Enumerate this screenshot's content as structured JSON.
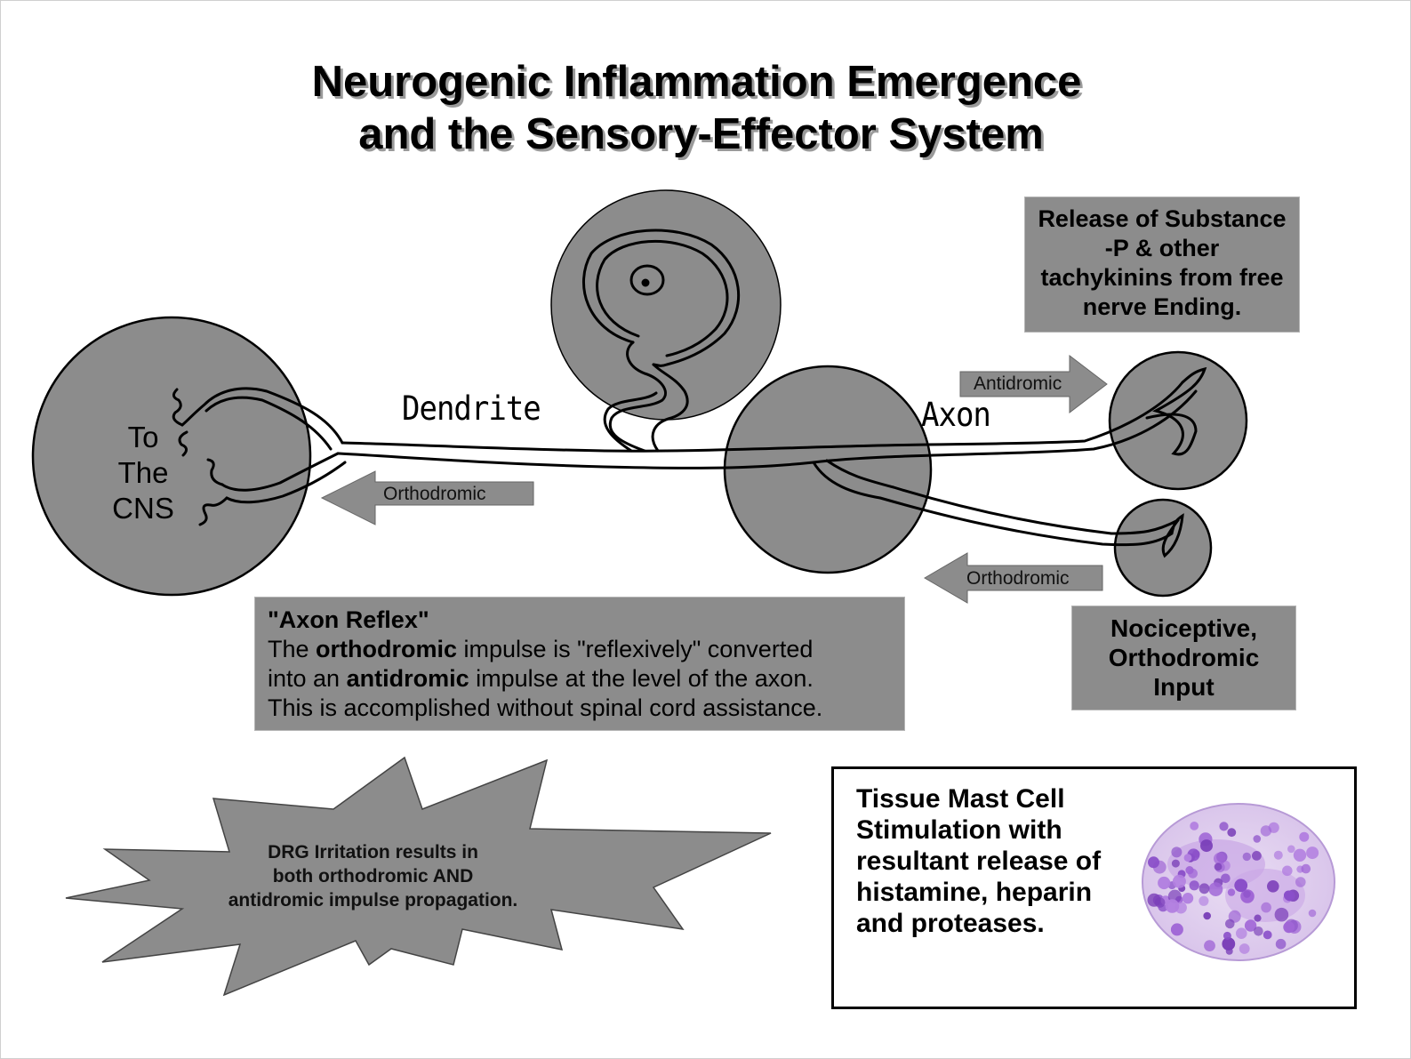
{
  "title": {
    "line1": "Neurogenic Inflammation Emergence",
    "line2": "and the Sensory-Effector System"
  },
  "labels": {
    "to_the_cns": [
      "To",
      "The",
      "CNS"
    ],
    "dendrite": "Dendrite",
    "axon": "Axon",
    "antidromic": "Antidromic",
    "orthodromic_left": "Orthodromic",
    "orthodromic_right": "Orthodromic"
  },
  "release_box": {
    "lines": [
      "Release of Substance",
      "-P & other",
      "tachykinins from free",
      "nerve Ending."
    ]
  },
  "axon_reflex_box": {
    "heading": "\"Axon Reflex\"",
    "l1_a": "The ",
    "l1_b": "orthodromic",
    "l1_c": " impulse is \"reflexively\" converted",
    "l2_a": "into an ",
    "l2_b": "antidromic",
    "l2_c": " impulse at the level of the axon.",
    "l3": "This is accomplished without spinal cord assistance."
  },
  "nociceptive_box": {
    "lines": [
      "Nociceptive,",
      "Orthodromic",
      "Input"
    ]
  },
  "burst": {
    "lines": [
      "DRG Irritation  results in",
      "both orthodromic AND",
      "antidromic impulse propagation."
    ]
  },
  "mast_cell_box": {
    "lines": [
      "Tissue Mast Cell",
      "Stimulation with",
      "resultant release of",
      "histamine, heparin",
      "and proteases."
    ]
  },
  "colors": {
    "circle_fill": "#8c8c8c",
    "box_fill": "#8c8c8c",
    "arrow_fill": "#8c8c8c",
    "mast_cell_purple": "#8a4fc9",
    "mast_cell_pink": "#c9a6e6"
  }
}
